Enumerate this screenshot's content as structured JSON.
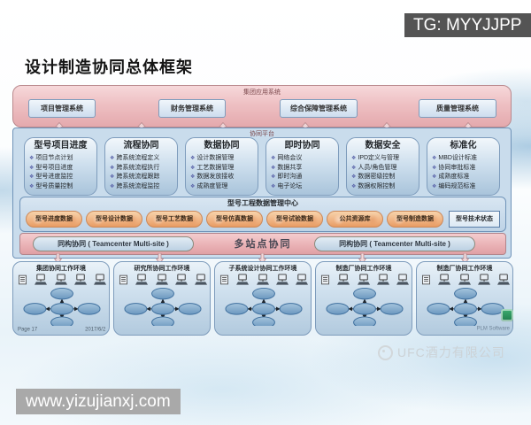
{
  "watermarks": {
    "tg": "TG: MYYJJPP",
    "site": "www.yizujianxj.com",
    "company": "UFC酒力有限公司"
  },
  "title": "设计制造协同总体框架",
  "top_band": {
    "label": "集团应用系统",
    "systems": [
      "项目管理系统",
      "财务管理系统",
      "综合保障管理系统",
      "质量管理系统"
    ]
  },
  "platform": {
    "label": "协同平台",
    "columns": [
      {
        "title": "型号项目进度",
        "items": [
          "项目节点计划",
          "型号项目进度",
          "型号进度监控",
          "型号质量控制"
        ]
      },
      {
        "title": "流程协同",
        "items": [
          "跨系统流程定义",
          "跨系统流程执行",
          "跨系统流程跟踪",
          "跨系统流程监控"
        ]
      },
      {
        "title": "数据协同",
        "items": [
          "设计数据管理",
          "工艺数据管理",
          "数据发放接收",
          "成熟度管理"
        ]
      },
      {
        "title": "即时协同",
        "items": [
          "网络会议",
          "数据共享",
          "即时沟通",
          "电子论坛"
        ]
      },
      {
        "title": "数据安全",
        "items": [
          "IPD定义与管理",
          "人员/角色管理",
          "数据密级控制",
          "数据权限控制"
        ]
      },
      {
        "title": "标准化",
        "items": [
          "MBD设计标准",
          "协同审批标准",
          "成熟度标准",
          "编码规范标准"
        ]
      }
    ]
  },
  "data_center": {
    "label": "型号工程数据管理中心",
    "ovals": [
      "型号进度数据",
      "型号设计数据",
      "型号工艺数据",
      "型号仿真数据",
      "型号试验数据",
      "公共资源库",
      "型号制造数据"
    ],
    "status_box": "型号技术状态"
  },
  "multisite": {
    "label": "多站点协同",
    "left_oval": "同构协同 ( Teamcenter Multi-site )",
    "right_oval": "同构协同 ( Teamcenter Multi-site )"
  },
  "environments": [
    {
      "title": "集团协同工作环境",
      "page_label": "Page 17",
      "date_label": "2017/6/2"
    },
    {
      "title": "研究所协同工作环境"
    },
    {
      "title": "子系统设计协同工作环境"
    },
    {
      "title": "制造厂协同工作环境"
    },
    {
      "title": "制造厂协同工作环境",
      "vendor_label": "PLM Software"
    }
  ],
  "colors": {
    "band_pink": "#e9b0b4",
    "platform_blue": "#c9dcec",
    "oval_orange": "#f0b586",
    "border_blue": "#6f93b8"
  }
}
